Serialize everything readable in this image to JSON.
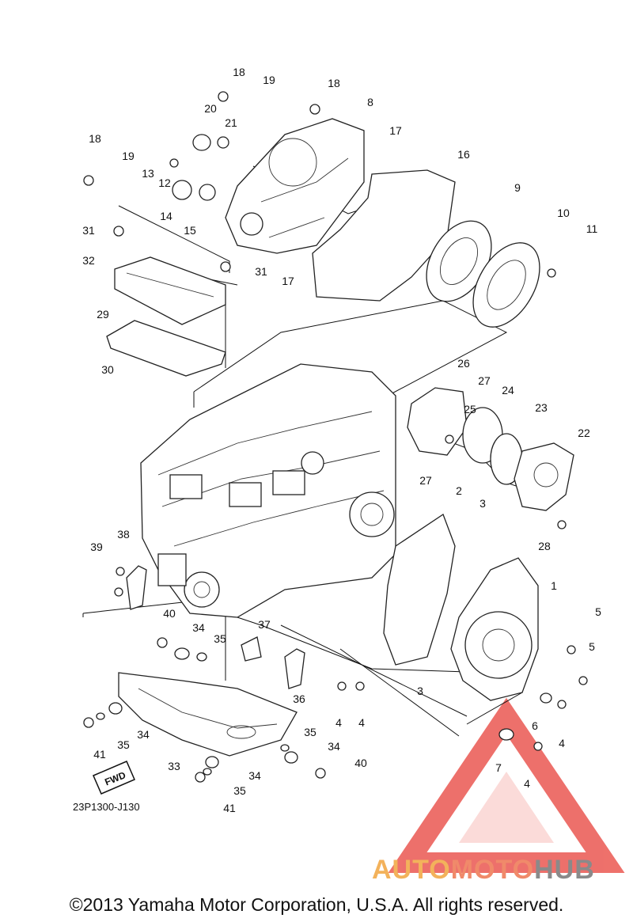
{
  "diagram": {
    "drawing_code": "23P1300-J130",
    "direction_label": "FWD",
    "copyright": "©2013 Yamaha Motor Corporation, U.S.A. All rights reserved.",
    "watermark": {
      "part1": "AUTO",
      "part2": "MOTO",
      "part3": "HUB"
    },
    "colors": {
      "line": "#222222",
      "watermark_red": "#e8413a",
      "watermark_orange": "#f3b25b",
      "watermark_gray": "#8a8a8a"
    },
    "callouts": [
      "18",
      "19",
      "18",
      "8",
      "20",
      "21",
      "17",
      "18",
      "19",
      "13",
      "12",
      "16",
      "9",
      "14",
      "15",
      "10",
      "11",
      "31",
      "32",
      "31",
      "17",
      "29",
      "30",
      "26",
      "27",
      "24",
      "25",
      "23",
      "22",
      "27",
      "28",
      "2",
      "3",
      "38",
      "39",
      "1",
      "40",
      "34",
      "35",
      "37",
      "5",
      "5",
      "36",
      "3",
      "4",
      "4",
      "6",
      "4",
      "41",
      "35",
      "34",
      "35",
      "34",
      "33",
      "34",
      "40",
      "35",
      "41",
      "7",
      "4"
    ]
  }
}
